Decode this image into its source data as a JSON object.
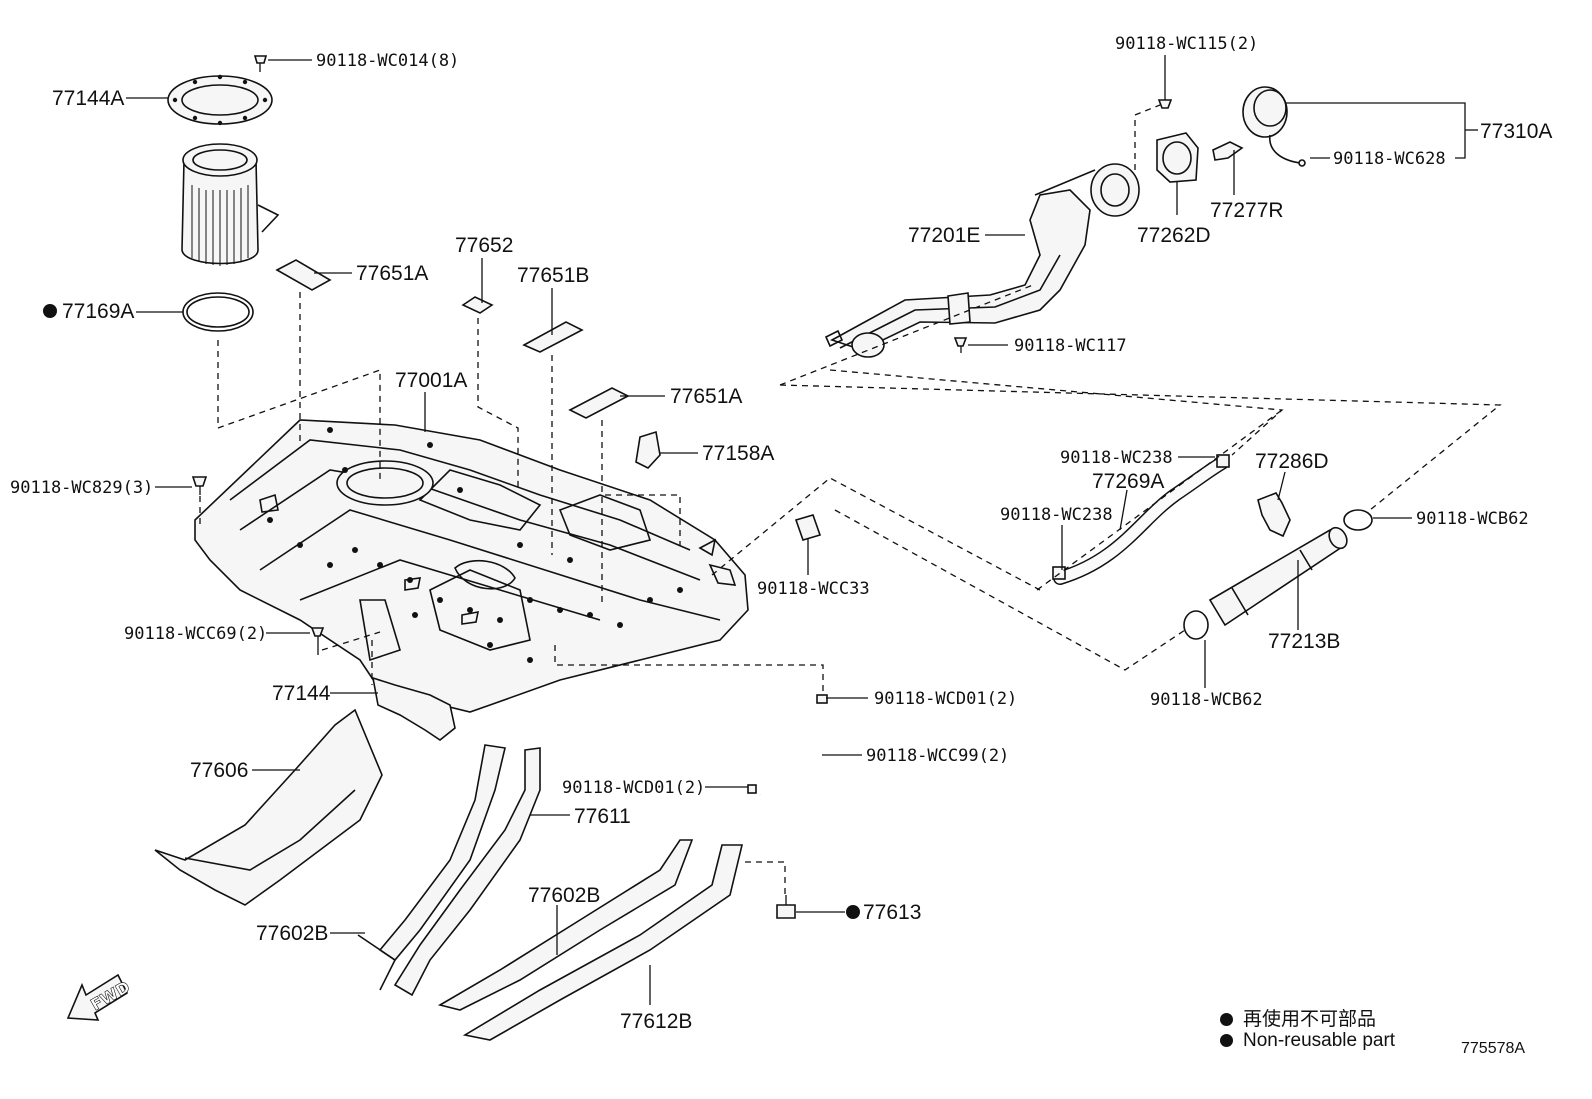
{
  "callouts": [
    {
      "id": "c01",
      "text": "90118-WC014(8)"
    },
    {
      "id": "c02",
      "text": "77144A"
    },
    {
      "id": "c03",
      "text": "77651A"
    },
    {
      "id": "c04",
      "text": "77169A"
    },
    {
      "id": "c05",
      "text": "77652"
    },
    {
      "id": "c06",
      "text": "77651B"
    },
    {
      "id": "c07",
      "text": "77001A"
    },
    {
      "id": "c08",
      "text": "77651A"
    },
    {
      "id": "c09",
      "text": "77158A"
    },
    {
      "id": "c10",
      "text": "90118-WC829(3)"
    },
    {
      "id": "c11",
      "text": "90118-WCC69(2)"
    },
    {
      "id": "c12",
      "text": "77144"
    },
    {
      "id": "c13",
      "text": "77606"
    },
    {
      "id": "c14",
      "text": "77611"
    },
    {
      "id": "c15",
      "text": "77602B"
    },
    {
      "id": "c16",
      "text": "77602B"
    },
    {
      "id": "c17",
      "text": "77612B"
    },
    {
      "id": "c18",
      "text": "77613"
    },
    {
      "id": "c19",
      "text": "90118-WCD01(2)"
    },
    {
      "id": "c20",
      "text": "90118-WCC99(2)"
    },
    {
      "id": "c21",
      "text": "90118-WCD01(2)"
    },
    {
      "id": "c22",
      "text": "90118-WCC33"
    },
    {
      "id": "c23",
      "text": "90118-WC115(2)"
    },
    {
      "id": "c24",
      "text": "77310A"
    },
    {
      "id": "c25",
      "text": "90118-WC628"
    },
    {
      "id": "c26",
      "text": "77201E"
    },
    {
      "id": "c27",
      "text": "77262D"
    },
    {
      "id": "c28",
      "text": "77277R"
    },
    {
      "id": "c29",
      "text": "90118-WC117"
    },
    {
      "id": "c30",
      "text": "90118-WC238"
    },
    {
      "id": "c31",
      "text": "77269A"
    },
    {
      "id": "c32",
      "text": "90118-WC238"
    },
    {
      "id": "c33",
      "text": "77286D"
    },
    {
      "id": "c34",
      "text": "90118-WCB62"
    },
    {
      "id": "c35",
      "text": "77213B"
    },
    {
      "id": "c36",
      "text": "90118-WCB62"
    }
  ],
  "fwd_label": "FWD",
  "legend": {
    "jp": "再使用不可部品",
    "en": "Non-reusable part"
  },
  "ref_number": "775578A"
}
